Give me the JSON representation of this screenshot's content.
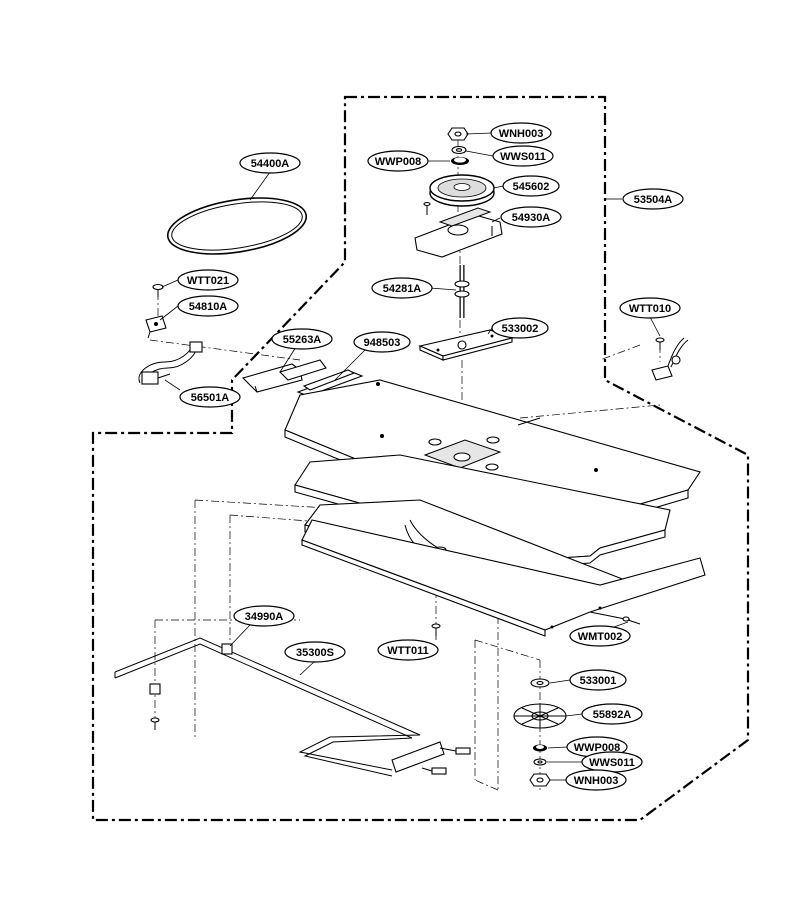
{
  "parts": {
    "p54400A": "54400A",
    "pWTT021": "WTT021",
    "p54810A": "54810A",
    "p56501A": "56501A",
    "p55263A": "55263A",
    "p948503": "948503",
    "pWNH003_top": "WNH003",
    "pWWS011_top": "WWS011",
    "pWWP008_top": "WWP008",
    "p545602": "545602",
    "p54930A": "54930A",
    "p53504A": "53504A",
    "p54281A": "54281A",
    "p533002": "533002",
    "pWTT010": "WTT010",
    "p34990A": "34990A",
    "p35300S": "35300S",
    "pWTT011": "WTT011",
    "pWMT002": "WMT002",
    "p533001": "533001",
    "p55892A": "55892A",
    "pWWP008_bot": "WWP008",
    "pWWS011_bot": "WWS011",
    "pWNH003_bot": "WNH003"
  }
}
